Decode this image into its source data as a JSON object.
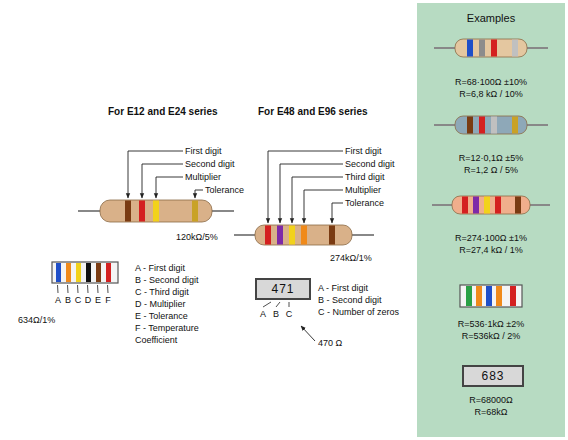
{
  "diagram": {
    "nodes": [
      {
        "text": [
          "471"
        ]
      },
      {
        "text": [
          "Examples"
        ]
      },
      {
        "text": [
          "683"
        ],
        "in": 1
      }
    ],
    "labels": [
      "For E12 and E24 series",
      "For E48 and E96 series",
      "First digit",
      "Second digit",
      "Multiplier",
      "Tolerance",
      "120kΩ/5%",
      "First digit",
      "Second digit",
      "Third digit",
      "Multiplier",
      "Tolerance",
      "274kΩ/1%",
      "A",
      "B",
      "C",
      "D",
      "E",
      "F",
      "634Ω/1%",
      "A - First digit",
      "B - Second digit",
      "C - Third digit",
      "D - Multiplier",
      "E - Tolerance",
      "F - Temperature Coefficient",
      "A",
      "B",
      "C",
      "A - First digit",
      "B - Second digit",
      "C - Number of zeros",
      "470 Ω",
      "R=68·100Ω ±10%",
      "R=6,8 kΩ / 10%",
      "R=12·0,1Ω ±5%",
      "R=1,2 Ω / 5%",
      "R=274·100Ω ±1%",
      "R=27,4 kΩ / 1%",
      "R=536·1kΩ ±2%",
      "R=536kΩ / 2%",
      "R=68000Ω",
      "R=68kΩ"
    ]
  }
}
